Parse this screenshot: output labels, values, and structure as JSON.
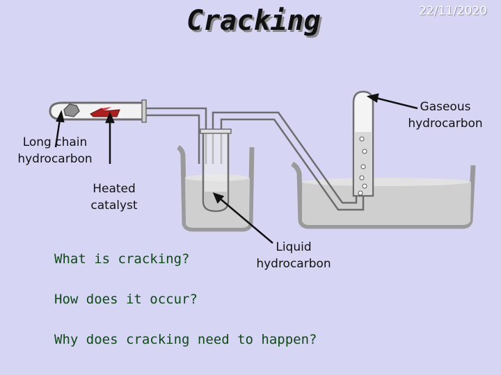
{
  "header": {
    "title": "Cracking",
    "date": "22/11/2020"
  },
  "diagram_labels": {
    "gaseous_line1": "Gaseous",
    "gaseous_line2": "hydrocarbon",
    "long_chain_line1": "Long chain",
    "long_chain_line2": "hydrocarbon",
    "catalyst_line1": "Heated",
    "catalyst_line2": "catalyst",
    "liquid_line1": "Liquid",
    "liquid_line2": "hydrocarbon"
  },
  "questions": {
    "q1": "What is cracking?",
    "q2": "How does it occur?",
    "q3": "Why does cracking need to happen?"
  },
  "colors": {
    "background": "#d6d6f4",
    "question_text": "#0c4a14",
    "catalyst": "#b01e1e"
  }
}
